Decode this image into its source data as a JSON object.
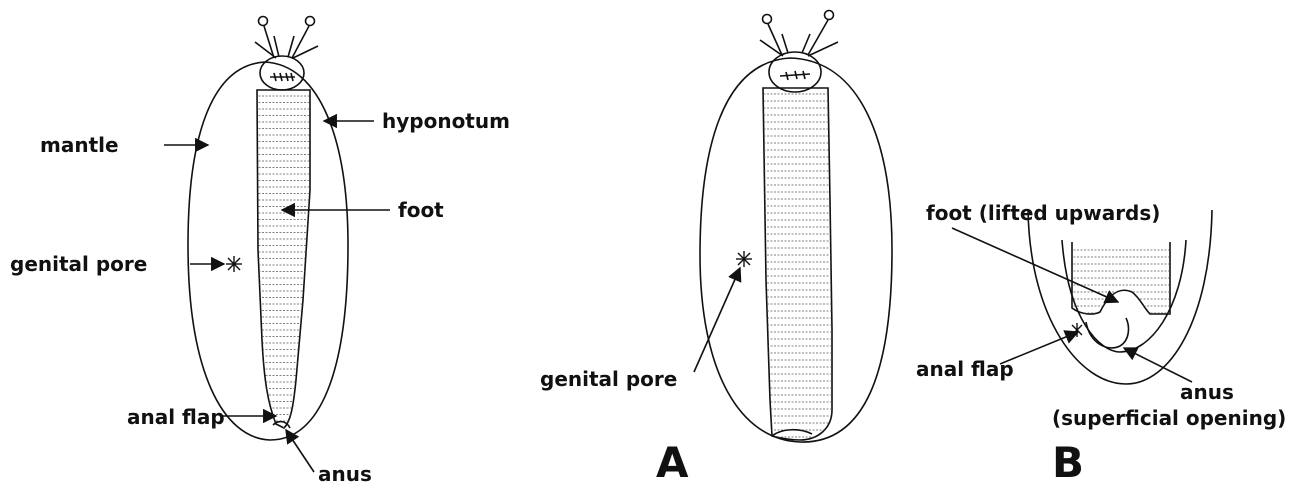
{
  "figure_left": {
    "labels": {
      "mantle": "mantle",
      "hyponotum": "hyponotum",
      "foot": "foot",
      "genital_pore": "genital pore",
      "anal_flap": "anal flap",
      "anus": "anus"
    }
  },
  "panel_a": {
    "letter": "A",
    "labels": {
      "genital_pore": "genital pore"
    }
  },
  "panel_b": {
    "letter": "B",
    "labels": {
      "foot_lifted": "foot (lifted upwards)",
      "anal_flap": "anal flap",
      "anus": "anus",
      "anus_note": "(superficial opening)"
    }
  },
  "colors": {
    "ink": "#111111",
    "background": "#ffffff"
  }
}
